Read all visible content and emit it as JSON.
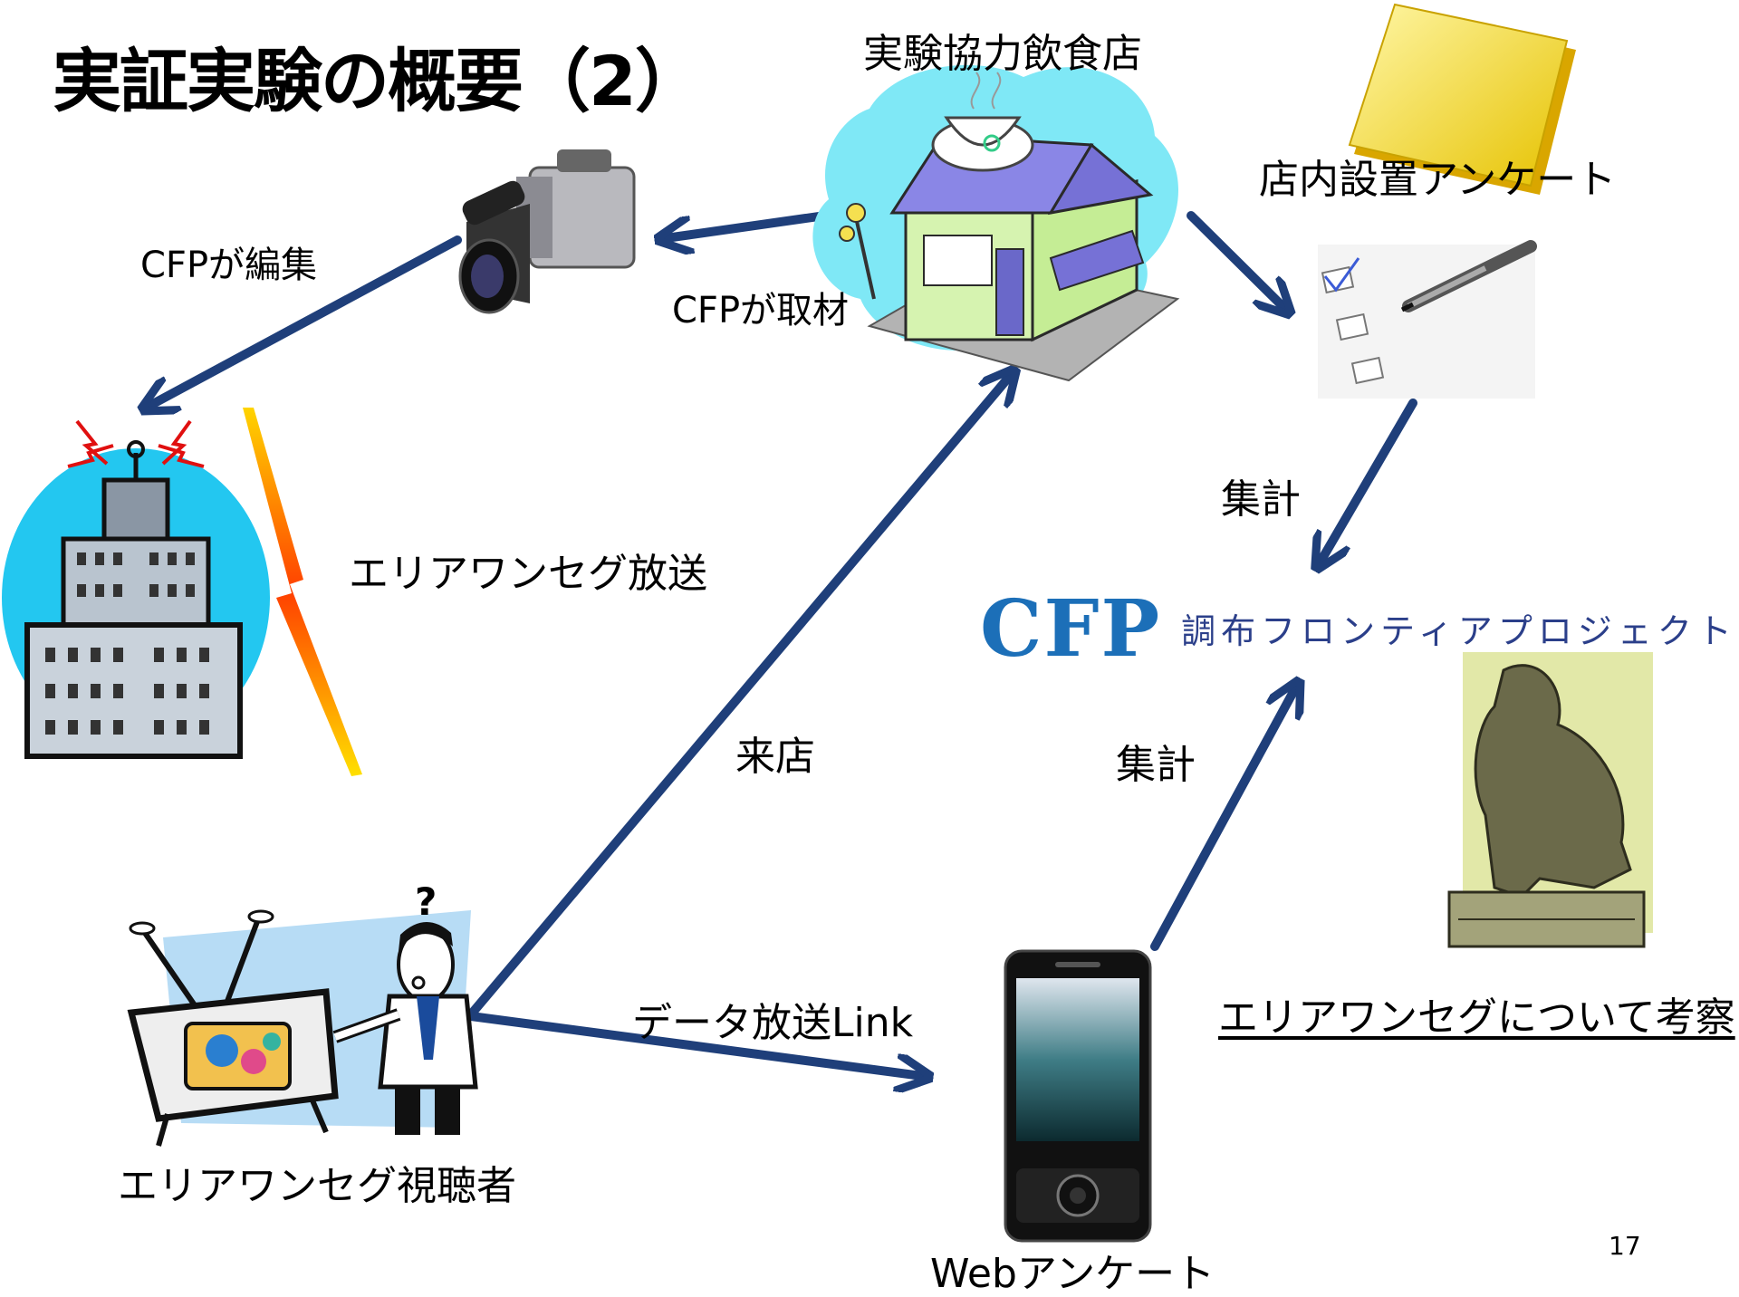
{
  "title": "実証実験の概要（2）",
  "labels": {
    "restaurant": "実験協力飲食店",
    "in_store_survey": "店内設置アンケート",
    "cfp_edit": "CFPが編集",
    "cfp_cover": "CFPが取材",
    "area_oneseg_broadcast": "エリアワンセグ放送",
    "aggregate_1": "集計",
    "aggregate_2": "集計",
    "visit": "来店",
    "data_broadcast_link": "データ放送Link",
    "viewer": "エリアワンセグ視聴者",
    "web_survey": "Webアンケート",
    "consider": "エリアワンセグについて考察"
  },
  "logo": {
    "text": "CFP",
    "subtitle": "調布フロンティアプロジェクト",
    "color": "#1c6fb8"
  },
  "page_number": "17",
  "colors": {
    "arrow": "#1f3f7a",
    "cloud": "#7fe8f6",
    "roof": "#8a86e6"
  },
  "icons": [
    "video-camera-icon",
    "restaurant-icon",
    "notepad-icon",
    "checklist-icon",
    "pen-icon",
    "tv-tower-building-icon",
    "lightning-icon",
    "tv-set-icon",
    "man-icon",
    "mobile-phone-icon",
    "thinker-statue-icon"
  ]
}
